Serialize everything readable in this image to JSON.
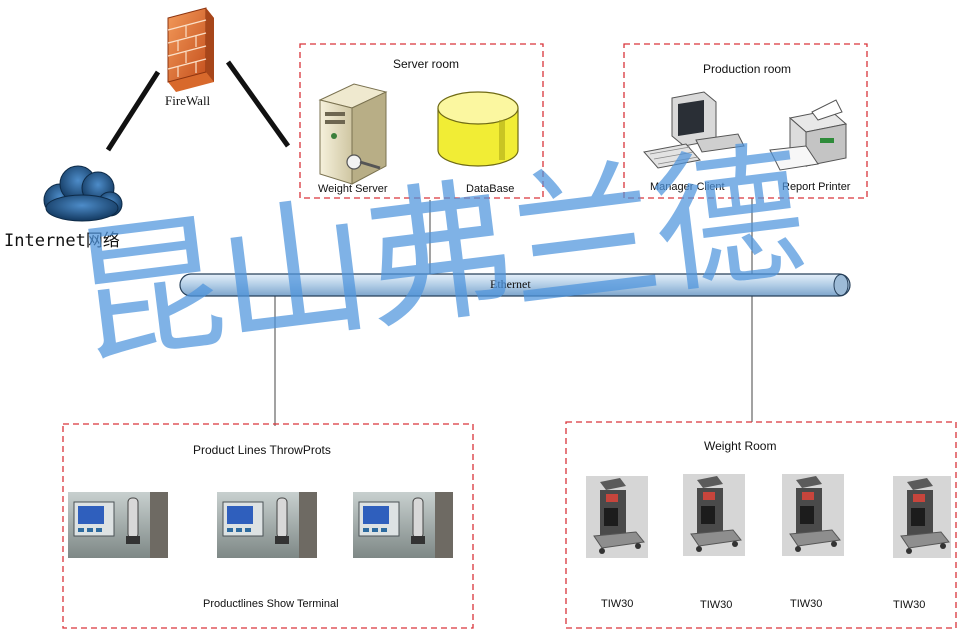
{
  "internet": {
    "label": "Internet网络"
  },
  "firewall": {
    "label": "FireWall"
  },
  "server_room": {
    "title": "Server room",
    "weight_server": "Weight Server",
    "database": "DataBase"
  },
  "production_room": {
    "title": "Production room",
    "manager_client": "Manager Client",
    "report_printer": "Report Printer"
  },
  "ethernet": {
    "label": "Ethernet"
  },
  "product_lines": {
    "title": "Product Lines ThrowProts",
    "caption": "Productlines Show Terminal"
  },
  "weight_room": {
    "title": "Weight Room",
    "units": [
      "TIW30",
      "TIW30",
      "TIW30",
      "TIW30"
    ]
  },
  "watermark": {
    "text": "昆山弗兰德"
  },
  "colors": {
    "dashed_border": "#d9343a",
    "ethernet_fill": "#b9d3ea",
    "watermark": "#4f95dd",
    "database": "#f2ee2c"
  }
}
